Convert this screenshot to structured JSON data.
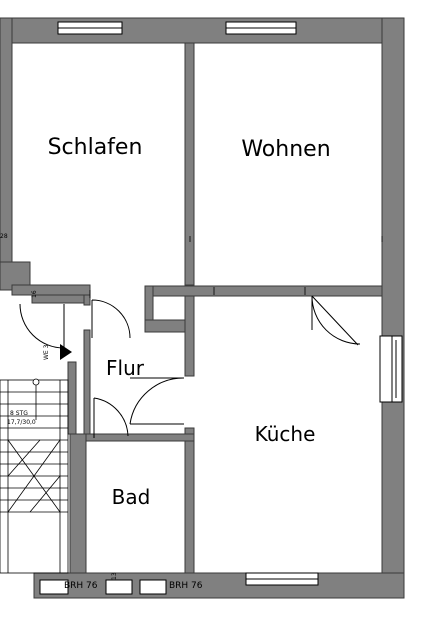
{
  "rooms": {
    "schlafen": "Schlafen",
    "wohnen": "Wohnen",
    "flur": "Flur",
    "kueche": "Küche",
    "bad": "Bad"
  },
  "annotations": {
    "brh_left": "BRH 76",
    "brh_right": "BRH 76",
    "stair_count": "8 STG",
    "stair_ratio": "17,7/30,0",
    "unit_tag": "WE 3",
    "dim_13": "13",
    "dim_16": "16",
    "dim_28": "28"
  },
  "colors": {
    "wall": "#808080",
    "wall_stroke": "#3a3a3a",
    "line": "#000000"
  }
}
